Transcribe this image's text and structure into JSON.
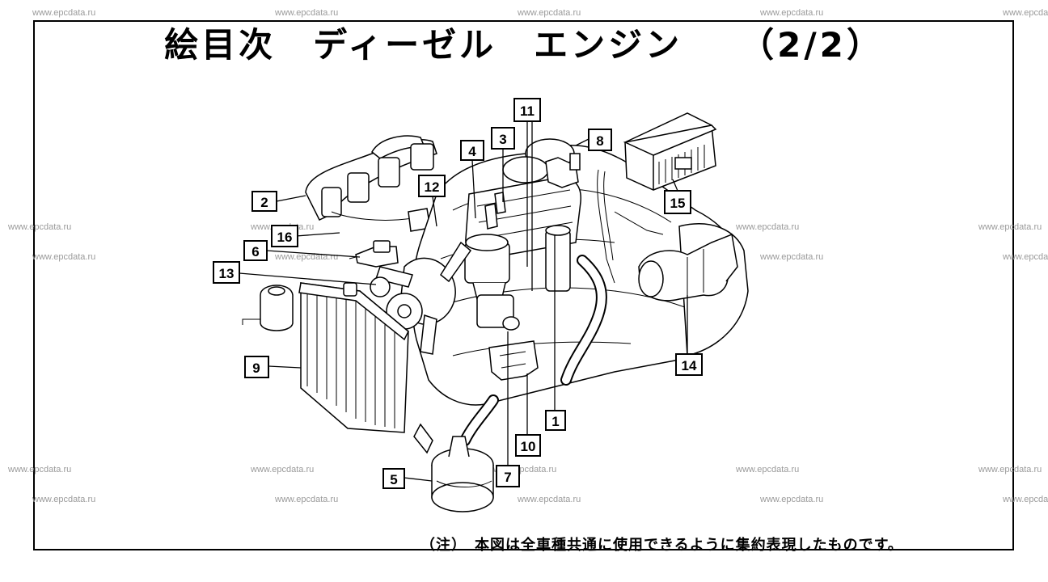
{
  "page": {
    "title": "絵目次　ディーゼル　エンジン　　（2/2）",
    "note": "（注）　本図は全車種共通に使用できるように集約表現したものです。"
  },
  "watermark": {
    "text": "www.epcdata.ru"
  },
  "callouts": [
    {
      "id": "1",
      "label": "1"
    },
    {
      "id": "2",
      "label": "2"
    },
    {
      "id": "3",
      "label": "3"
    },
    {
      "id": "4",
      "label": "4"
    },
    {
      "id": "5",
      "label": "5"
    },
    {
      "id": "6",
      "label": "6"
    },
    {
      "id": "7",
      "label": "7"
    },
    {
      "id": "8",
      "label": "8"
    },
    {
      "id": "9",
      "label": "9"
    },
    {
      "id": "10",
      "label": "10"
    },
    {
      "id": "11",
      "label": "11"
    },
    {
      "id": "12",
      "label": "12"
    },
    {
      "id": "13",
      "label": "13"
    },
    {
      "id": "14",
      "label": "14"
    },
    {
      "id": "15",
      "label": "15"
    },
    {
      "id": "16",
      "label": "16"
    }
  ]
}
